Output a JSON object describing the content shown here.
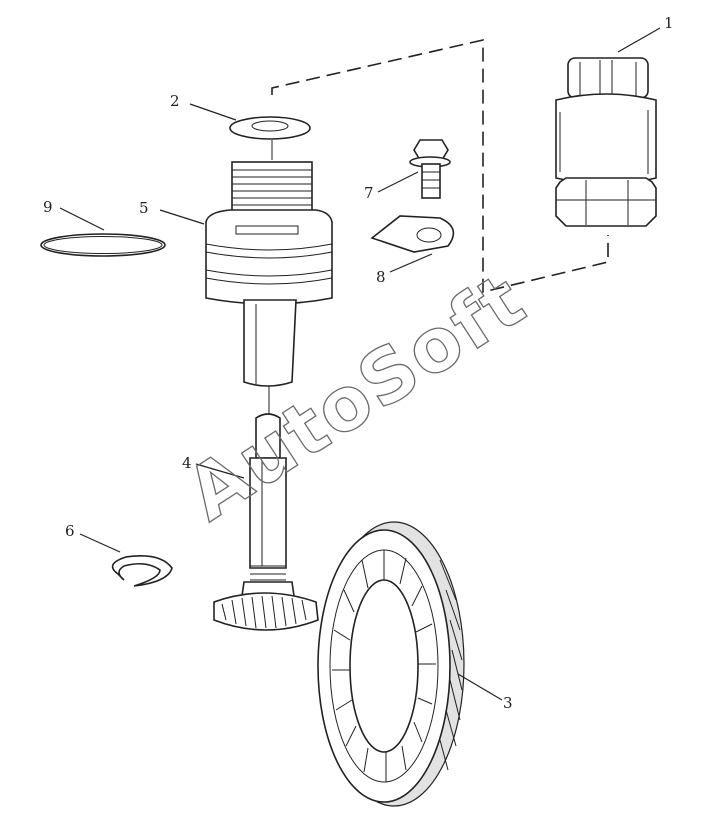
{
  "callouts": [
    {
      "id": "1",
      "part": "speed-sensor"
    },
    {
      "id": "2",
      "part": "washer"
    },
    {
      "id": "3",
      "part": "ring-gear"
    },
    {
      "id": "4",
      "part": "driven-gear-shaft"
    },
    {
      "id": "5",
      "part": "sensor-sleeve"
    },
    {
      "id": "6",
      "part": "retaining-clip"
    },
    {
      "id": "7",
      "part": "bolt"
    },
    {
      "id": "8",
      "part": "lock-plate"
    },
    {
      "id": "9",
      "part": "o-ring"
    }
  ],
  "watermark": "AutoSoft"
}
